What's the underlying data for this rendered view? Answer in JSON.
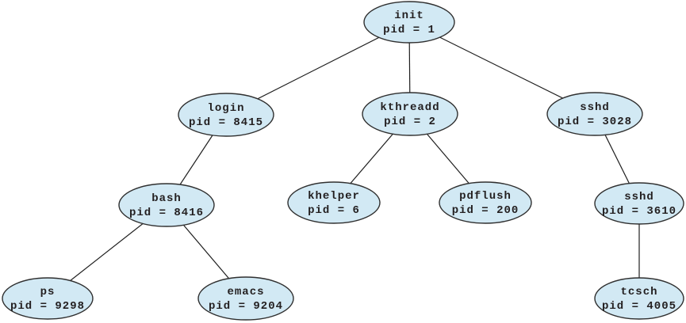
{
  "colors": {
    "node-fill": "#d2e9f4",
    "node-stroke": "#2f2f2f",
    "edge": "#1f1f1f",
    "text": "#231f20",
    "background": "#ffffff"
  },
  "nodes": {
    "init": {
      "name": "init",
      "pid": "pid = 1"
    },
    "login": {
      "name": "login",
      "pid": "pid = 8415"
    },
    "kthreadd": {
      "name": "kthreadd",
      "pid": "pid = 2"
    },
    "sshd_3028": {
      "name": "sshd",
      "pid": "pid = 3028"
    },
    "bash": {
      "name": "bash",
      "pid": "pid = 8416"
    },
    "khelper": {
      "name": "khelper",
      "pid": "pid = 6"
    },
    "pdflush": {
      "name": "pdflush",
      "pid": "pid = 200"
    },
    "sshd_3610": {
      "name": "sshd",
      "pid": "pid = 3610"
    },
    "ps": {
      "name": "ps",
      "pid": "pid = 9298"
    },
    "emacs": {
      "name": "emacs",
      "pid": "pid = 9204"
    },
    "tcsch": {
      "name": "tcsch",
      "pid": "pid = 4005"
    }
  },
  "edges": [
    "init-login",
    "init-kthreadd",
    "init-sshd_3028",
    "login-bash",
    "bash-ps",
    "bash-emacs",
    "kthreadd-khelper",
    "kthreadd-pdflush",
    "sshd_3028-sshd_3610",
    "sshd_3610-tcsch"
  ]
}
